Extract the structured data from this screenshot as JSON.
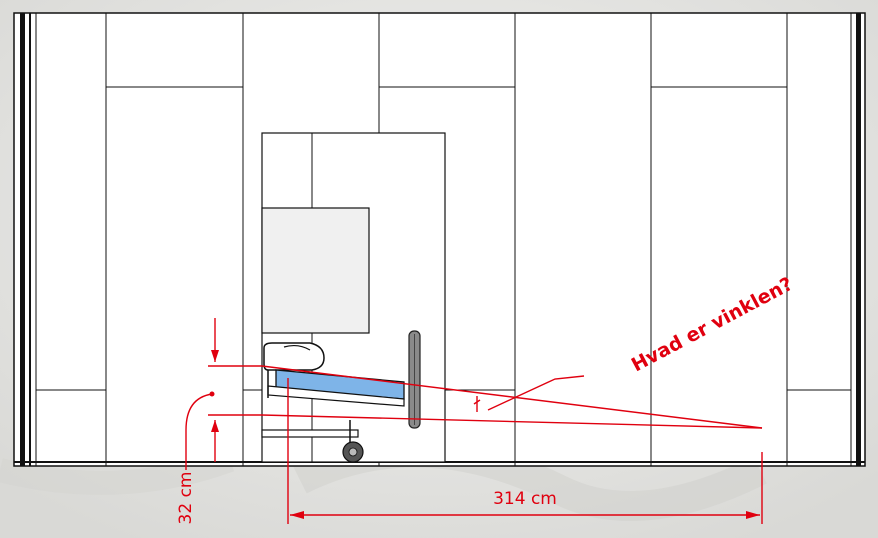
{
  "annotations": {
    "question": "Hvad er vinklen?",
    "height_label": "32 cm",
    "distance_label": "314 cm"
  },
  "colors": {
    "annotation_red": "#e0000f",
    "line_black": "#111111",
    "background": "#e9e9e7",
    "mat_blue": "#7eb4e8",
    "panel_fill": "#ffffff",
    "screen_fill": "#f0f0f0"
  }
}
